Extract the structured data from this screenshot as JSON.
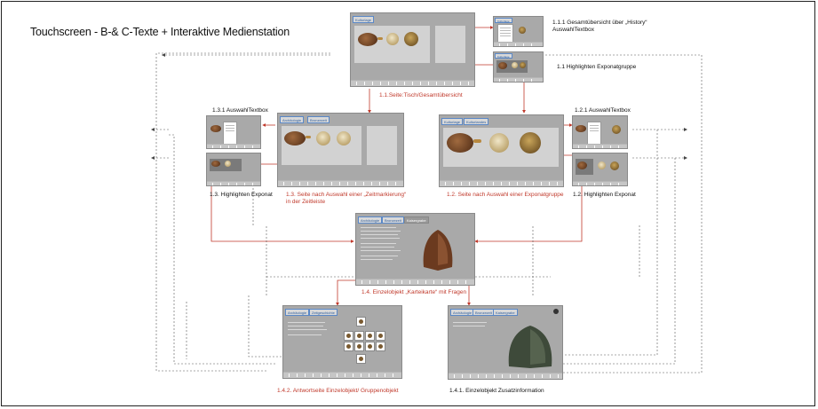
{
  "title": "Touchscreen - B-& C-Texte + Interaktive Medienstation",
  "nodes": [
    {
      "id": "1.1",
      "label": "1.1.Seite:Tisch/Gesamtübersicht",
      "tabs": [
        "Kulturlage"
      ]
    },
    {
      "id": "1.1.1",
      "label": "1.1.1 Gesamtübersicht über „History“ AuswahlTextbox",
      "tabs": [
        "Kulturlage"
      ]
    },
    {
      "id": "1.1h",
      "label": "1.1 Highlighten Exponatgruppe",
      "tabs": [
        "Kulturlage"
      ]
    },
    {
      "id": "1.3.1",
      "label": "1.3.1 AuswahlTextbox",
      "tabs": []
    },
    {
      "id": "1.3",
      "label": "1.3. Seite nach Auswahl einer „Zeitmarkierung“ in der Zeitleiste",
      "tabs": [
        "Archäologie",
        "Bronzezeit"
      ]
    },
    {
      "id": "1.3h",
      "label": "1.3. Highlighten Exponat",
      "tabs": []
    },
    {
      "id": "1.2",
      "label": "1.2. Seite nach Auswahl einer Exponatgruppe",
      "tabs": [
        "Kulturlage",
        "Kulturlandes"
      ]
    },
    {
      "id": "1.2.1",
      "label": "1.2.1 AuswahlTextbox",
      "tabs": []
    },
    {
      "id": "1.2h",
      "label": "1.2. Highlighten Exponat",
      "tabs": []
    },
    {
      "id": "1.4",
      "label": "1.4. Einzelobjekt „Karteikarte“ mit Fragen",
      "tabs": [
        "Archäologie",
        "Bronzezeit",
        "Kaisergrabe"
      ]
    },
    {
      "id": "1.4.2",
      "label": "1.4.2. Antwortseite Einzelobjekt/ Gruppenobjekt",
      "tabs": [
        "Archäologie",
        "Zeitgeschichte"
      ]
    },
    {
      "id": "1.4.1",
      "label": "1.4.1. Einzelobjekt Zusatzinformation",
      "tabs": [
        "Archäologie",
        "Bronzezeit",
        "Kaisergrabe"
      ]
    }
  ],
  "colors": {
    "red": "#c0392b",
    "screen": "#a9a9a9",
    "panel": "#d2d2d2",
    "tab": "#5a88c7",
    "line": "#444444"
  }
}
